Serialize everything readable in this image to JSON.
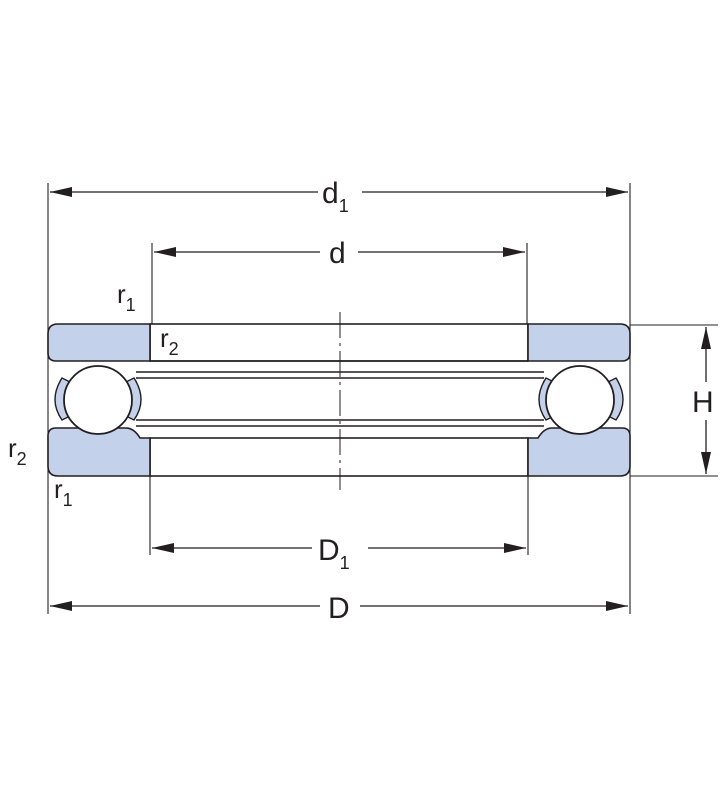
{
  "labels": {
    "d1": {
      "main": "d",
      "sub": "1"
    },
    "d": {
      "main": "d"
    },
    "r1_top": {
      "main": "r",
      "sub": "1"
    },
    "r2_top": {
      "main": "r",
      "sub": "2"
    },
    "r2_bottom": {
      "main": "r",
      "sub": "2"
    },
    "r1_bottom": {
      "main": "r",
      "sub": "1"
    },
    "H": {
      "main": "H"
    },
    "D1": {
      "main": "D",
      "sub": "1"
    },
    "D": {
      "main": "D"
    }
  },
  "colors": {
    "washer_fill": "#c3d1ea",
    "line": "#231f20",
    "background": "#ffffff"
  }
}
